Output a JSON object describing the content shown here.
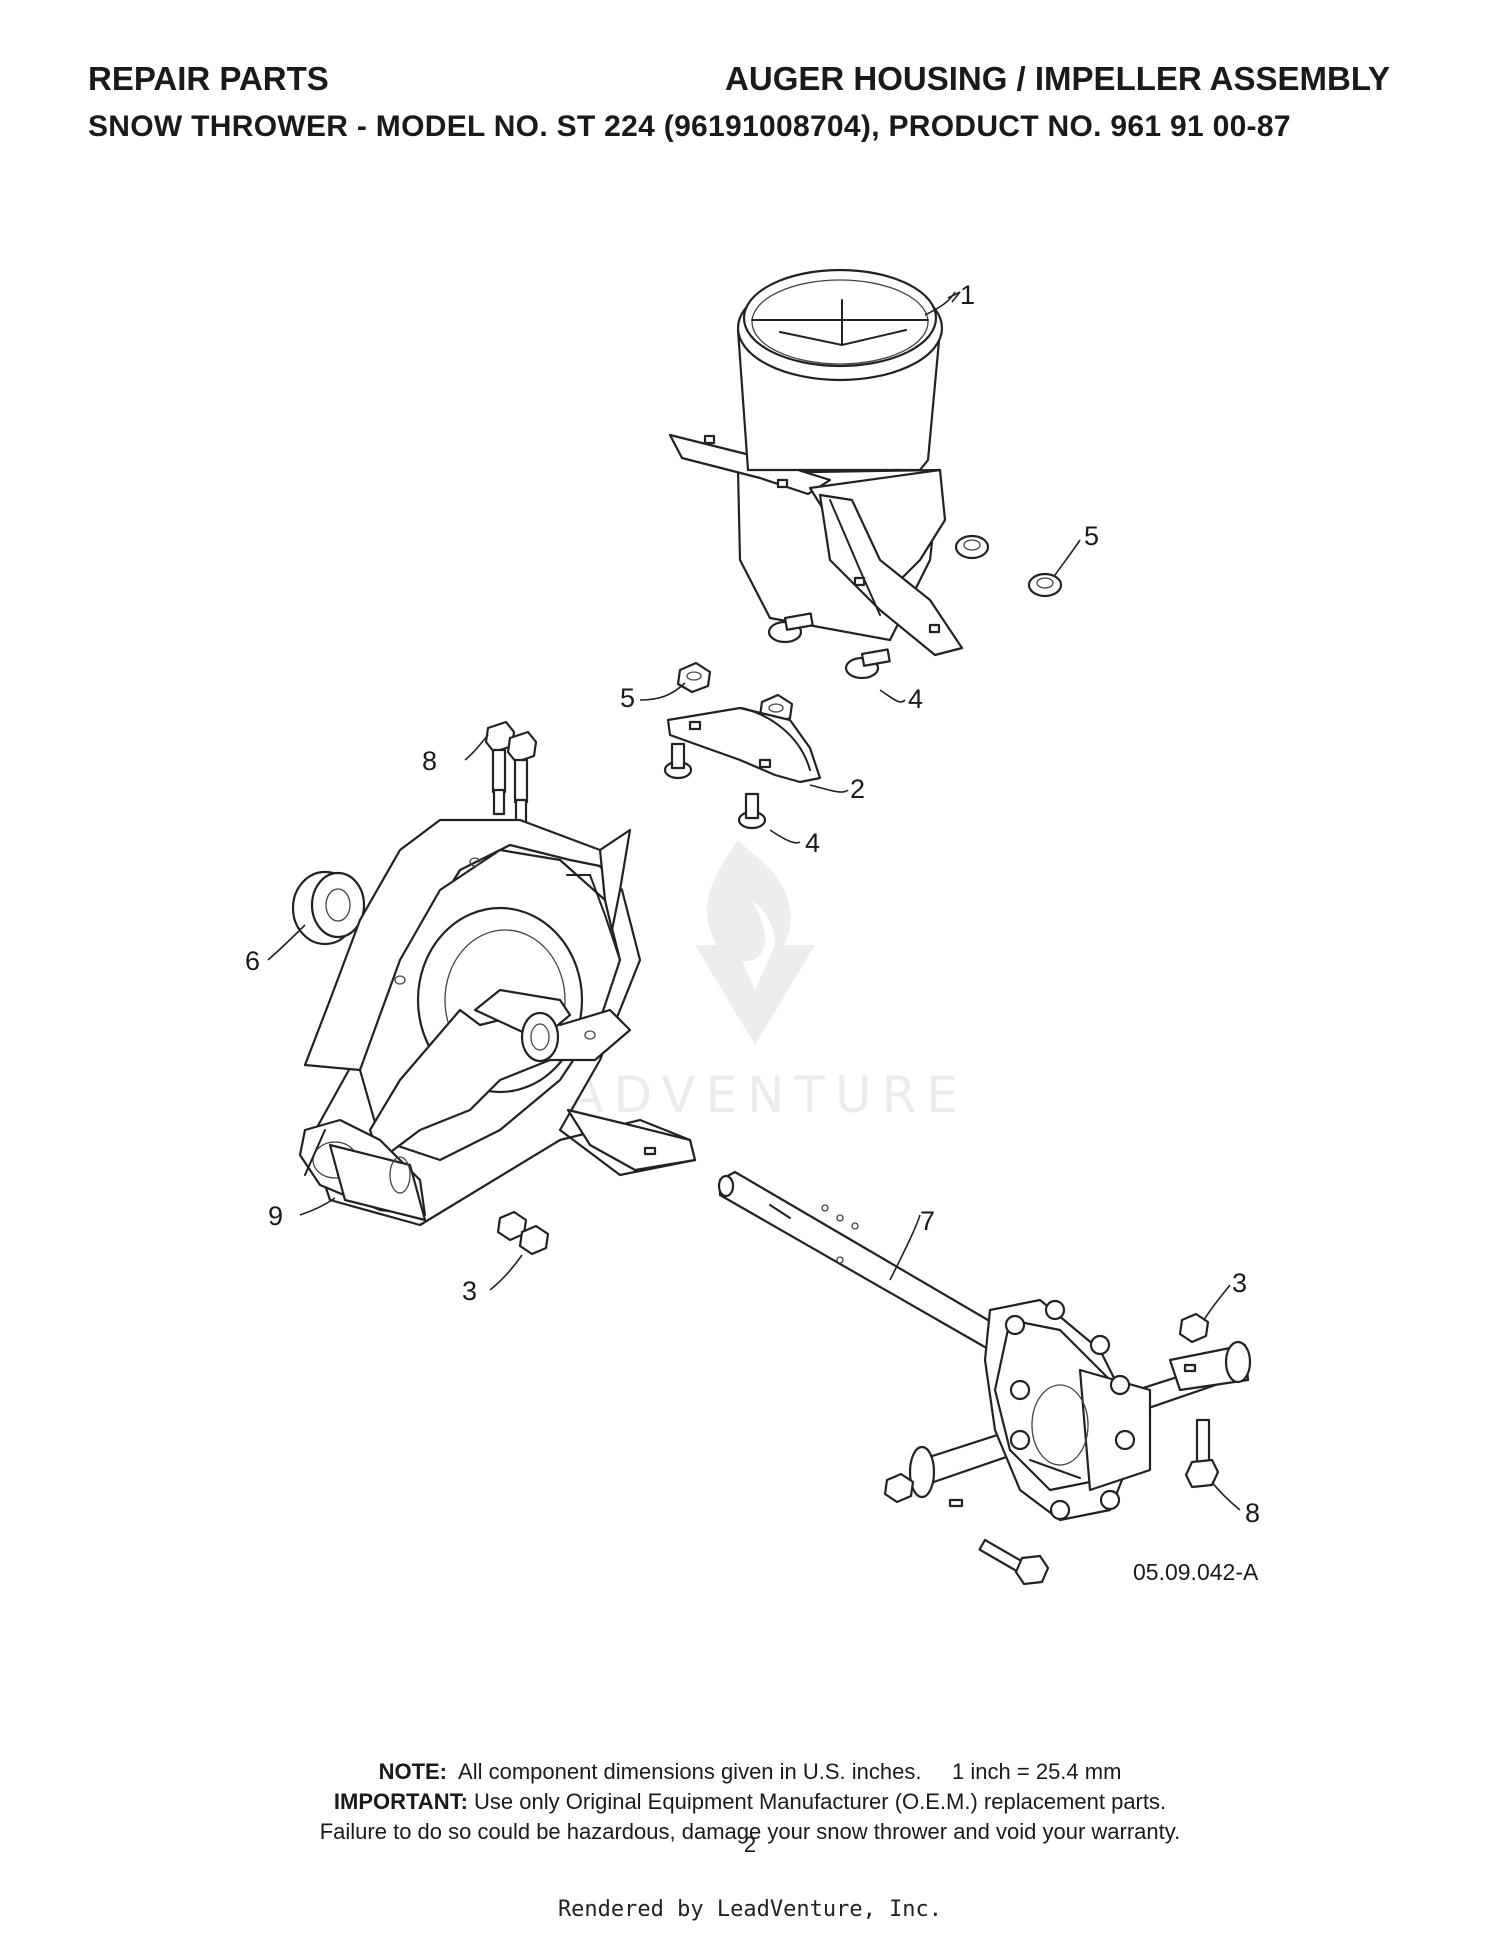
{
  "header": {
    "left_title": "REPAIR PARTS",
    "right_title": "AUGER HOUSING / IMPELLER ASSEMBLY",
    "model_prefix": "SNOW THROWER - MODEL NO.",
    "model_name": "ST 224",
    "model_suffix": "(96191008704), PRODUCT NO. 961 91 00-87"
  },
  "diagram": {
    "reference_code": "05.09.042-A",
    "watermark_text": "LEADVENTURE",
    "callouts": [
      "1",
      "2",
      "3",
      "3",
      "4",
      "4",
      "5",
      "5",
      "6",
      "7",
      "8",
      "8",
      "9"
    ]
  },
  "notes": {
    "note_label": "NOTE:",
    "note_text": "All component dimensions given in U.S. inches.     1 inch = 25.4 mm",
    "important_label": "IMPORTANT:",
    "important_text": "Use only Original Equipment Manufacturer (O.E.M.) replacement parts.",
    "warning_text": "Failure to do so could be hazardous, damage your snow thrower and void your warranty."
  },
  "footer": {
    "page_number": "2",
    "rendered_by": "Rendered by LeadVenture, Inc."
  }
}
